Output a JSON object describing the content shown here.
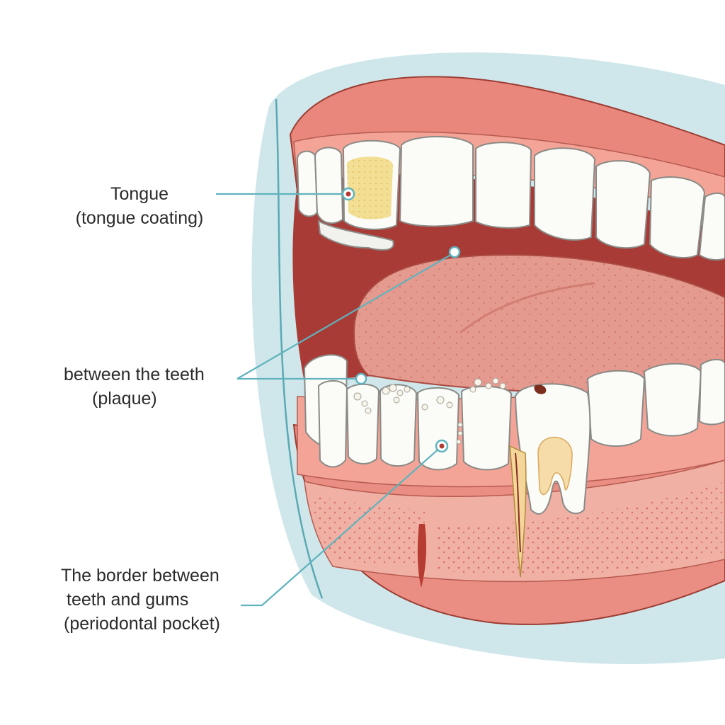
{
  "labels": {
    "tongue": {
      "line1": "Tongue",
      "line2": "(tongue coating)"
    },
    "between": {
      "line1": "between the teeth",
      "line2": "(plaque)"
    },
    "border": {
      "line1": "The border between",
      "line2": "teeth and gums",
      "line3": "(periodontal pocket)"
    }
  },
  "colors": {
    "halo": "#cfe7ea",
    "lip": "#e9877c",
    "gum": "#f3a497",
    "tongue": "#e59a8f",
    "tooth": "#fbfbf8",
    "coating": "#f3df93",
    "leader": "#5fb3be",
    "marker_dot": "#b33a32"
  }
}
